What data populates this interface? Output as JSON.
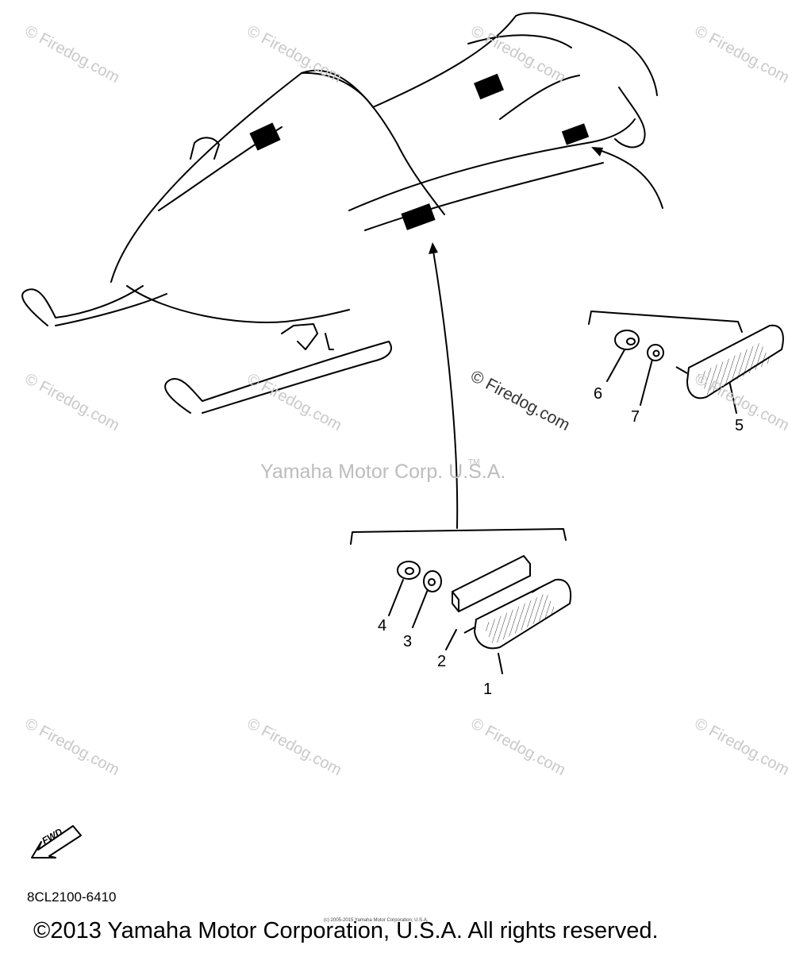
{
  "watermarks": {
    "site": "© Firedog.com",
    "center_text": "Yamaha Motor Corp. U.S.A.",
    "trademark": "TM"
  },
  "callouts": [
    "1",
    "2",
    "3",
    "4",
    "5",
    "6",
    "7"
  ],
  "fwd_label": "FWD",
  "diagram_code": "8CL2100-6410",
  "small_copyright": "(c) 2005-2015 Yamaha Motor Corporation, U.S.A.",
  "copyright": "©2013 Yamaha Motor Corporation, U.S.A. All rights reserved.",
  "colors": {
    "line": "#000000",
    "watermark": "#c9c9c9"
  }
}
